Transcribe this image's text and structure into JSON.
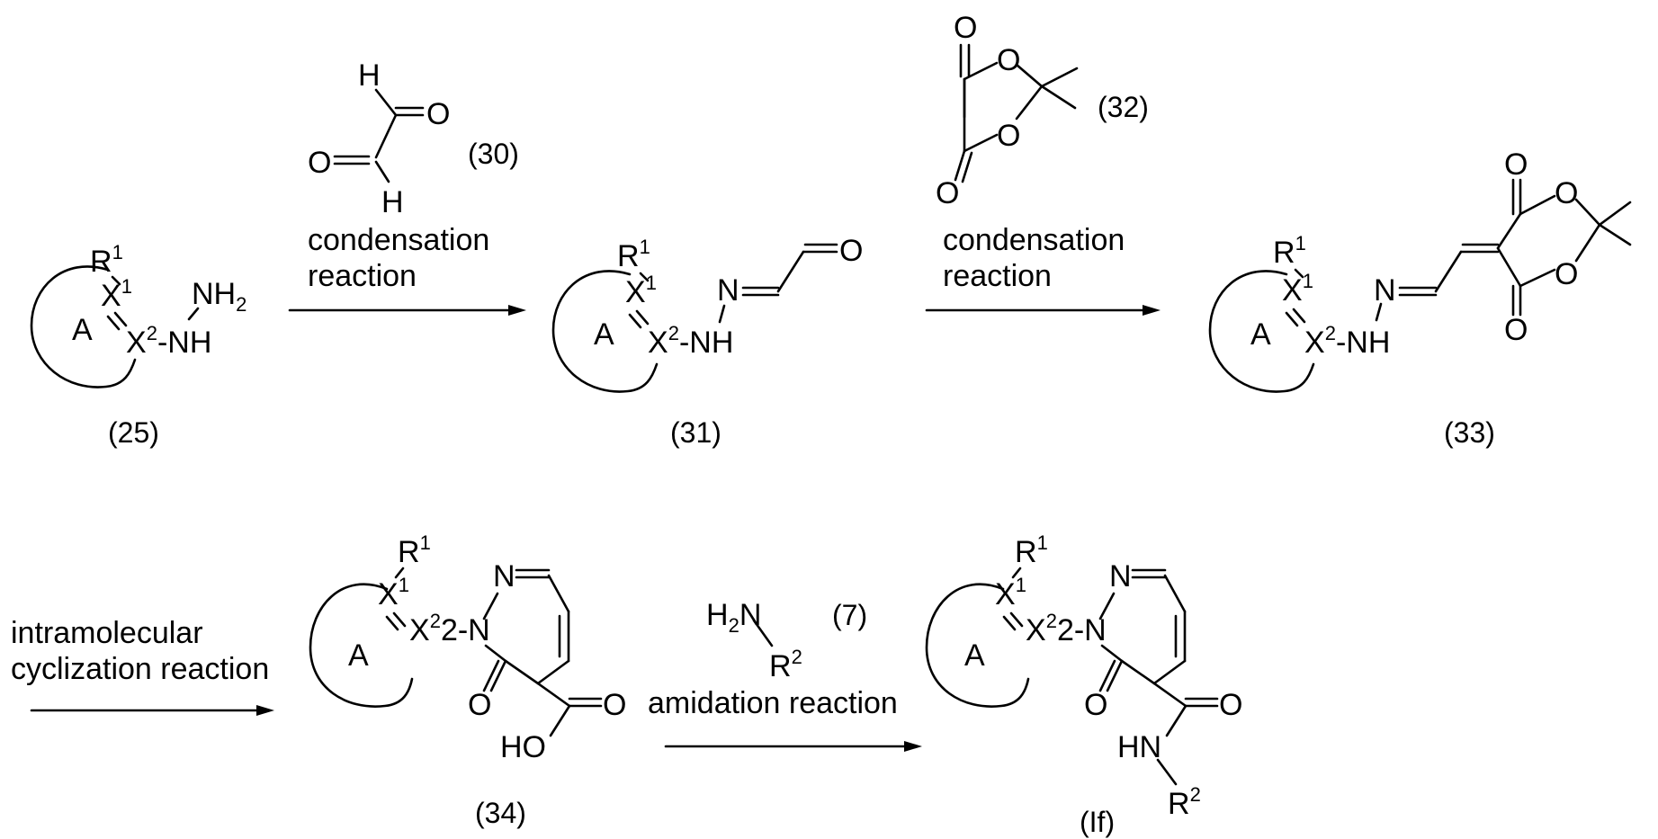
{
  "compounds": {
    "c25": "(25)",
    "c30": "(30)",
    "c31": "(31)",
    "c32": "(32)",
    "c33": "(33)",
    "c34": "(34)",
    "c7": "(7)",
    "cIf": "(If)"
  },
  "reactions": {
    "step1_line1": "condensation",
    "step1_line2": "reaction",
    "step2_line1": "condensation",
    "step2_line2": "reaction",
    "step3_line1": "intramolecular",
    "step3_line2": "cyclization reaction",
    "step4": "amidation reaction"
  },
  "atoms": {
    "ring": "A",
    "R": "R",
    "X": "X",
    "one": "1",
    "two": "2",
    "NH2_N": "NH",
    "NH": "-NH",
    "X2NH": "2-NH",
    "X2N": "2-N",
    "N": "N",
    "O": "O",
    "H": "H",
    "HO": "HO",
    "HN": "HN",
    "H2N_H": "H",
    "H2N_N": "N"
  }
}
